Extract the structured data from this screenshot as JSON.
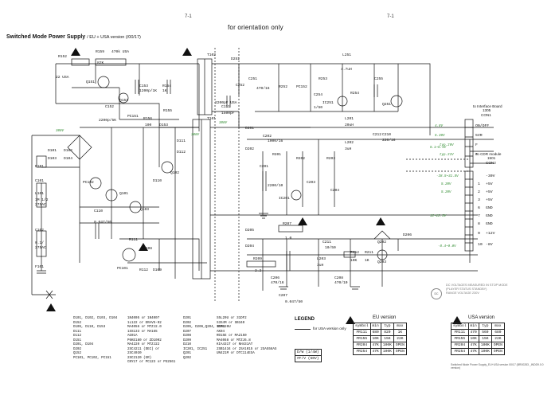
{
  "header": {
    "page_left": "7-1",
    "page_right": "7-1",
    "orientation": "for orientation only",
    "title": "Switched Mode Power Supply",
    "subtitle": "/ EU + USA version (/00/17)"
  },
  "components": {
    "r152": "R152",
    "c152v": "22 USA",
    "r159": "R159",
    "r159v": "82K",
    "r159u": "470k USA",
    "q151": "Q151",
    "q152": "Q152",
    "r151": "R151",
    "c153": "C153",
    "c153v": "1200p/1K",
    "r154": "R154",
    "r154v": "1K",
    "c152": "C152",
    "c152v2": "2200p/5K",
    "pc151": "PC151",
    "r155": "R155",
    "r156": "R156",
    "r156v": "100",
    "d153": "D153",
    "t102": "T102",
    "d251": "D251",
    "l251": "L251",
    "l251v": "4.7uH",
    "c252": "C252",
    "r253": "R253",
    "pc152": "PC152",
    "r252": "R252",
    "c254": "C254",
    "c254v": "1/50",
    "c255": "C255",
    "q251": "Q251",
    "ic251": "IC251",
    "c251": "C251",
    "c251v": "470/16",
    "r254": "R254",
    "c111": "C111",
    "c111v": "2200pF USA",
    "c111v2": "1500pF",
    "t101": "T101",
    "d201": "D201",
    "d202": "D202",
    "c202": "C202",
    "c202v": "1000/16",
    "l201": "L201",
    "l201v": "20uH",
    "l202": "L202",
    "l202v": "3uH",
    "c210": "C210",
    "c210v": "220/16",
    "c212": "C212",
    "d111": "D111",
    "d112": "D112",
    "d101": "D101",
    "d102": "D102",
    "d103": "D103",
    "d104": "D104",
    "r101": "R101",
    "c101": "C101",
    "c101v": "1M 1/2",
    "l101": "L101",
    "c101b": "275AC",
    "c102": "C102",
    "c102v": "0.1/",
    "c102b": "275AC",
    "f101": "F101",
    "pc102": "PC102",
    "q101": "Q101",
    "q103": "Q103",
    "q102": "Q102",
    "d110": "D110",
    "d108": "D108",
    "c110": "C110",
    "c110v": "0.047/50",
    "r111": "R111",
    "pc101": "PC101",
    "r112": "R112",
    "d109": "D109",
    "r101b": "R101",
    "r201": "R201",
    "c201": "C201",
    "c201v": "2200/10",
    "r202": "R202",
    "ic201": "IC201",
    "r203": "R203",
    "c203": "C203",
    "c204": "C204",
    "c207": "C207",
    "c207v": "0.047/50",
    "d205": "D205",
    "d204": "D204",
    "r207": "R207",
    "r207v": "1.0",
    "c211": "C211",
    "c211v": "10/50",
    "r209": "R209",
    "r209v": "2.2",
    "l203": "L203",
    "l203v": "3uH",
    "c206": "C206",
    "c206v": "470/16",
    "c208": "C208",
    "c208v": "470/10",
    "r212": "R212",
    "r212v": "10K",
    "r211": "R211",
    "r211v": "1K",
    "q202": "Q202",
    "q203": "Q203",
    "d206": "D206",
    "v300_left": "300V",
    "v300_mid": "300V",
    "v300_top": "300V"
  },
  "connector": {
    "interface_label": "to Interface Board",
    "interface_ref": "1305",
    "con1": "CON1",
    "cdrom_label": "to CDR module",
    "cdrom_ref": "1501",
    "con2": "CON2",
    "pins_con1": [
      {
        "num": "",
        "label": "ON/OFF",
        "volt": "4.8V"
      },
      {
        "num": "",
        "label": "5VR",
        "volt": "5.20V"
      },
      {
        "num": "",
        "label": "F",
        "volt": "typ.29V"
      },
      {
        "num": "",
        "label": "F",
        "volt": "typ.21V"
      }
    ],
    "pins_con2": [
      {
        "num": "1",
        "label": "+5V",
        "volt": "5.20V"
      },
      {
        "num": "2",
        "label": "+5V",
        "volt": "5.20V"
      },
      {
        "num": "3",
        "label": "+5V",
        "volt": ""
      },
      {
        "num": "6",
        "label": "GND",
        "volt": ""
      },
      {
        "num": "7",
        "label": "GND",
        "volt": ""
      },
      {
        "num": "8",
        "label": "GND",
        "volt": ""
      },
      {
        "num": "9",
        "label": "+12V",
        "volt": ""
      },
      {
        "num": "10",
        "label": "-8V",
        "volt": "-8.4~9.0V"
      }
    ],
    "minus30": "-30V",
    "minus30_v": "-28.5~31.5V",
    "v_5_1": "5.1~5.4V",
    "v_12": "12~12.5V"
  },
  "notes": {
    "dc_note_1": "DC VOLTAGES MEASURED IN STOP MODE",
    "dc_note_2": "(PLAYER STATUS STANDBY)",
    "dc_note_3": "RANGE VOLTAGE 230V",
    "pulse_note": "DC",
    "legend_title": "LEGEND",
    "legend_usa": "for USA version only"
  },
  "parts_list": {
    "left_refs": [
      "D101, D102, D103, D104",
      "D152",
      "D105, D110, D153",
      "D111",
      "D112",
      "D151",
      "D201, D104",
      "D202",
      "Q152",
      "PC101, PC102, PC151"
    ],
    "left_vals": [
      "1N4005 or 1N4007",
      "1L122 or ERAV5-02",
      "MA4056 or MTZJ2.0",
      "1SS133 or MA165",
      "AG01A",
      "P6KE180 or ZD1002",
      "MA4220 or MTZJ22",
      "2SC4211 (DEC) or",
      "2SC4030",
      "2SC2120 (GR)",
      "CNY17 or PC123 or PS2561"
    ],
    "right_refs": [
      "D201",
      "D202",
      "D205, D206,Q204, D251",
      "D207",
      "D208",
      "D209",
      "D210",
      "IC201, IC251",
      "Q201",
      "Q202"
    ],
    "right_vals": [
      "S5L20U or 31DF2",
      "S3S4M or SB340",
      "SFPL20U",
      "AK04",
      "RD15E or MA2150",
      "MA4068 or MTZJ6.8",
      "",
      "KIA431T or NH431AT",
      "2SB1434 or 2SA1015 or 2SA556AS",
      "UN421M or DTC114ESA"
    ]
  },
  "eu_table": {
    "title": "EU version",
    "headers": [
      "symbol",
      "min",
      "typ",
      "max"
    ],
    "rows": [
      [
        "#R111",
        "680",
        "820",
        "1K"
      ],
      [
        "#R155",
        "10K",
        "15K",
        "22K"
      ],
      [
        "#R204",
        "47K",
        "100K",
        "OPEN"
      ],
      [
        "#R254",
        "47K",
        "100K",
        "OPEN"
      ]
    ],
    "extra": [
      "D/W (1/4W)",
      "#F/V (50V)"
    ]
  },
  "usa_table": {
    "title": "USA version",
    "headers": [
      "symbol",
      "min",
      "typ",
      "max"
    ],
    "rows": [
      [
        "#R111",
        "470",
        "560",
        "680"
      ],
      [
        "#R155",
        "10K",
        "15K",
        "22K"
      ],
      [
        "#R204",
        "47K",
        "100K",
        "OPEN"
      ],
      [
        "#R254",
        "47K",
        "100K",
        "OPEN"
      ]
    ],
    "footer": "Switched Mode Power Supply_EU+USA version 00/17 (BR00283 _INDD9.0.0 version)"
  },
  "colors": {
    "line": "#111111",
    "green": "#2d8a2d",
    "warning": "#111111"
  }
}
